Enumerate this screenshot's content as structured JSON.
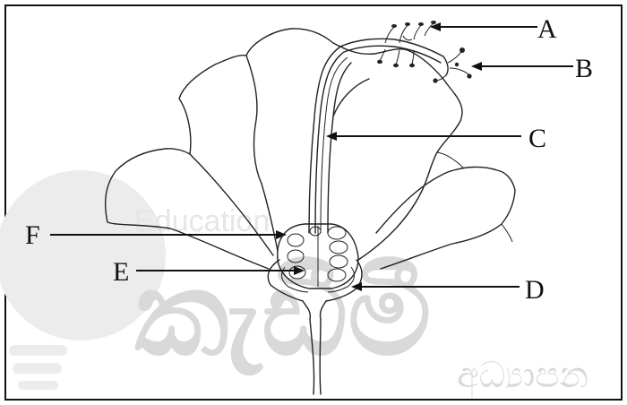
{
  "watermark": {
    "small_text": "Education",
    "large_text": "කැඩීමී",
    "sinhala_text": "අධ්‍යාපන",
    "color": "#e0e0e0"
  },
  "labels": {
    "A": "A",
    "B": "B",
    "C": "C",
    "D": "D",
    "E": "E",
    "F": "F"
  },
  "colors": {
    "ink": "#111111",
    "border": "#111111",
    "background": "#ffffff"
  }
}
